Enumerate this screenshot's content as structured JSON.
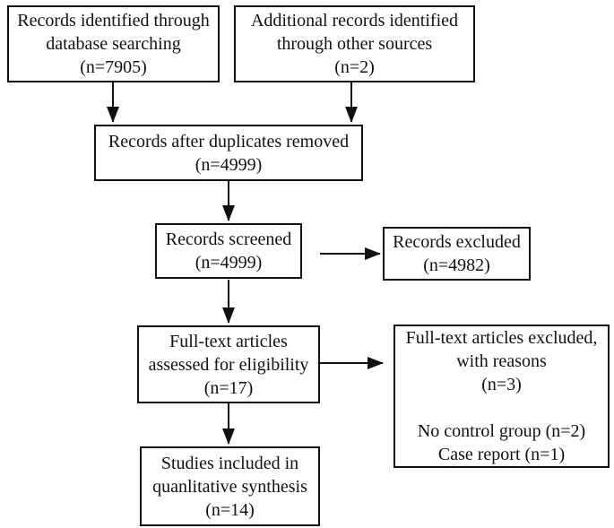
{
  "diagram": {
    "type": "prisma-flow-diagram",
    "colors": {
      "line": "#111111",
      "text": "#111111",
      "background": "#ffffff"
    },
    "boxes": {
      "identified": "Records identified through\ndatabase searching\n(n=7905)",
      "additional": "Additional records identified\nthrough other sources\n(n=2)",
      "after_duplicates": "Records after duplicates removed\n(n=4999)",
      "screened": "Records screened\n(n=4999)",
      "excluded": "Records excluded\n(n=4982)",
      "fulltext": "Full-text articles\nassessed for eligibility\n(n=17)",
      "fulltext_excluded": "Full-text articles excluded,\nwith reasons\n(n=3)\n\nNo control group (n=2)\nCase report (n=1)",
      "included": "Studies included in\nquanlitative synthesis\n(n=14)"
    }
  }
}
